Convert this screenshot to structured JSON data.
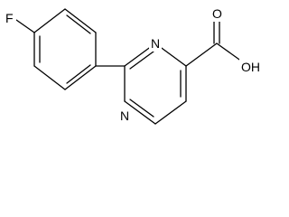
{
  "molecule": {
    "atoms": {
      "fluorine": "F",
      "nitrogen_top": "N",
      "nitrogen_bottom": "N",
      "carbonyl_oxygen": "O",
      "hydroxyl": "OH"
    }
  }
}
